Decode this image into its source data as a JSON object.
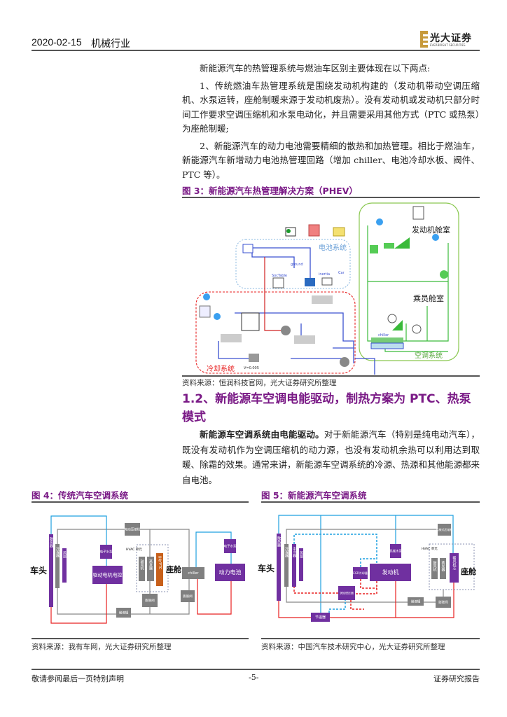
{
  "header": {
    "date": "2020-02-15",
    "industry": "机械行业",
    "logo_cn": "光大证券",
    "logo_en": "EVERBRIGHT SECURITIES"
  },
  "body": {
    "intro": "新能源汽车的热管理系统与燃油车区别主要体现在以下两点:",
    "point1": "1、传统燃油车热管理系统是围绕发动机构建的（发动机带动空调压缩机、水泵运转，座舱制暖来源于发动机废热）。没有发动机或发动机只部分时间工作要求空调压缩机和水泵电动化，并且需要采用其他方式（PTC 或热泵）为座舱制暖;",
    "point2": "2、新能源汽车的动力电池需要精细的散热和加热管理。相比于燃油车，新能源汽车新增动力电池热管理回路（增加 chiller、电池冷却水板、阀件、PTC 等）。"
  },
  "fig3": {
    "title": "图 3：新能源汽车热管理解决方案（PHEV）",
    "source": "资料来源：恒润科技官网，光大证券研究所整理",
    "labels": {
      "battery": "电池系统",
      "engine_bay": "发动机舱室",
      "cabin": "乘员舱室",
      "ac": "空调系统",
      "cooling": "冷却系统",
      "ground": "ground",
      "inertia": "inertia",
      "soc": "SocTable",
      "chiller": "chiller",
      "volume": "V=0.005",
      "car": "Car"
    }
  },
  "section": {
    "heading": "1.2、新能源车空调电能驱动，制热方案为 PTC、热泵模式",
    "lead_bold": "新能源车空调系统由电能驱动。",
    "text": "对于新能源汽车（特别是纯电动汽车），既没有发动机作为空调压缩机的动力源，也没有发动机余热可以利用达到取暖、除霜的效果。通常来讲，新能源车空调系统的冷源、热源和其他能源都来自电池。"
  },
  "fig4": {
    "title": "图 4：传统汽车空调系统",
    "source": "资料来源：我有车网，光大证券研究所整理",
    "labels": {
      "front": "车头",
      "radiator": "散热器",
      "condenser": "冷凝器",
      "fan": "风扇",
      "pump1": "电子水泵",
      "motor": "驱动电机电控",
      "compressor": "电动压缩机",
      "hvac": "HVAC 单元",
      "blower": "鼓风机",
      "evap": "蒸发器",
      "ptc": "空气PTC",
      "cabin": "座舱",
      "chiller": "chiller",
      "valve1": "膨胀阀",
      "valve2": "膨胀阀",
      "tank": "储液罐",
      "pump2": "电子水泵",
      "battery": "动力电池"
    }
  },
  "fig5": {
    "title": "图 5：新能源汽车空调系统",
    "source": "资料来源：中国汽车技术研究中心，光大证券研究所整理",
    "labels": {
      "front": "车头",
      "radiator": "散热器",
      "condenser": "冷凝器",
      "intercooler": "中冷器",
      "fan": "风扇",
      "pump": "机械水泵",
      "engine": "发动机",
      "egr": "EGR冷却器",
      "turbo": "涡轮增压器",
      "thermostat": "节温器",
      "tank": "储液罐",
      "valve": "膨胀阀",
      "compressor": "机械式压缩机",
      "hvac": "HVAC 单元",
      "blower": "鼓风机",
      "evap": "蒸发器",
      "heater": "暖风机芯",
      "cabin": "座舱"
    }
  },
  "footer": {
    "left": "敬请参阅最后一页特别声明",
    "page": "-5-",
    "right": "证券研究报告"
  },
  "colors": {
    "accent": "#7a1a86",
    "gray_box": "#808080",
    "ptc": "#c8601a",
    "blue_line": "#1ea0e0",
    "red_line": "#e82020"
  }
}
